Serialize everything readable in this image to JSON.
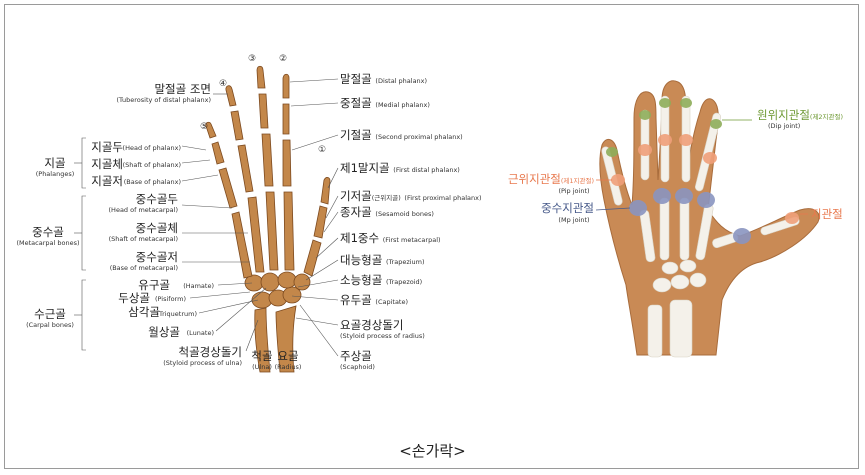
{
  "left_diagram": {
    "finger_numbers": [
      "①",
      "②",
      "③",
      "④",
      "⑤"
    ],
    "labels_left": [
      {
        "main": "말절골 조면",
        "sub": "(Tuberosity of distal phalanx)"
      },
      {
        "main": "지골두",
        "sub": "(Head of phalanx)"
      },
      {
        "main": "지골체",
        "sub": "(Shaft of phalanx)"
      },
      {
        "main": "지골저",
        "sub": "(Base of phalanx)"
      },
      {
        "main": "중수골두",
        "sub": "(Head of metacarpal)"
      },
      {
        "main": "중수골체",
        "sub": "(Shaft of metacarpal)"
      },
      {
        "main": "중수골저",
        "sub": "(Base of metacarpal)"
      },
      {
        "main": "유구골",
        "sub": "(Hamate)"
      },
      {
        "main": "두상골",
        "sub": "(Pisiform)"
      },
      {
        "main": "삼각골",
        "sub": "(Triquetrum)"
      },
      {
        "main": "월상골",
        "sub": "(Lunate)"
      },
      {
        "main": "척골경상돌기",
        "sub": "(Styloid process of ulna)"
      }
    ],
    "groups": [
      {
        "main": "지골",
        "sub": "(Phalanges)"
      },
      {
        "main": "중수골",
        "sub": "(Metacarpal bones)"
      },
      {
        "main": "수근골",
        "sub": "(Carpal bones)"
      }
    ],
    "labels_right": [
      {
        "main": "말절골",
        "sub": "(Distal phalanx)"
      },
      {
        "main": "중절골",
        "sub": "(Medial phalanx)"
      },
      {
        "main": "기절골",
        "sub": "(Second proximal phalanx)"
      },
      {
        "main": "제1말지골",
        "sub": "(First distal phalanx)"
      },
      {
        "main": "기저골",
        "sub_ko": "(근위지골)",
        "sub": "(First proximal phalanx)"
      },
      {
        "main": "종자골",
        "sub": "(Sesamoid bones)"
      },
      {
        "main": "제1중수",
        "sub": "(First metacarpal)"
      },
      {
        "main": "대능형골",
        "sub": "(Trapezium)"
      },
      {
        "main": "소능형골",
        "sub": "(Trapezoid)"
      },
      {
        "main": "유두골",
        "sub": "(Capitate)"
      },
      {
        "main": "요골경상돌기",
        "sub": "(Styloid process of radius)"
      },
      {
        "main": "주상골",
        "sub": "(Scaphoid)"
      }
    ],
    "bottom_labels": [
      {
        "main": "척골",
        "sub": "(Ulna)"
      },
      {
        "main": "요골",
        "sub": "(Radius)"
      }
    ]
  },
  "right_diagram": {
    "dip": {
      "main": "원위지관절",
      "sub2": "(제2지관절)",
      "sub": "(Dip joint)",
      "color": "#6f9a35"
    },
    "pip": {
      "main": "근위지관절",
      "sub2": "(제1지관절)",
      "sub": "(Pip joint)",
      "color": "#e8794e"
    },
    "mp": {
      "main": "중수지관절",
      "sub": "(Mp joint)",
      "color": "#475a8a"
    },
    "thumb": {
      "main": "지관절",
      "color": "#e8794e"
    }
  },
  "caption": "<손가락>",
  "colors": {
    "bone": "#c3874a",
    "bone_dark": "#8a5424",
    "skin": "#c98a55",
    "border": "#9a9a9a"
  }
}
